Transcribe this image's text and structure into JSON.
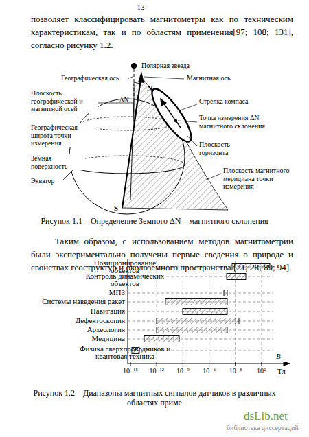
{
  "diagram": {
    "labels": [
      "13",
      "позволяет классифицировать магнитометры как по техническим характеристикам, так и по областям применения[97; 108; 131], согласно рисунку 1.2.",
      "Полярная звезда",
      "Географическая ось",
      "Магнитная ось",
      "N",
      "Плоскость географической и магнитной осей",
      "ΔN",
      "Стрелка компаса",
      "Точка измерения ΔN магнитного склонения",
      "Географическая широта точки измерения",
      "Плоскость горизонта",
      "Земная поверхность",
      "Экватор",
      "Плоскость магнитного меридиана точки измерения",
      "S",
      "Рисунок 1.1 – Определение Земного ΔN – магнитного склонения",
      "Таким образом, с использованием методов магнитометрии были экспериментально получены первые сведения о природе и свойствах геоструктур и околоземного пространства [21; 28; 89; 94].",
      "Позиционирование объектов",
      "Контроль динамических объектов",
      "МПЗ",
      "Системы наведения ракет",
      "Навигация",
      "Дефектоскопия",
      "Археология",
      "Медицина",
      "Физика сверхпроводников и квантовая техника",
      "B",
      "10⁻¹⁵",
      "10⁻¹²",
      "10⁻⁹",
      "10⁻⁶",
      "10⁻³",
      "10⁰",
      "Тл",
      "Рисунок 1.2 – Диапазоны магнитных сигналов датчиков в различных областях приме",
      "dsLib.net",
      "библиотека диссертаций"
    ]
  }
}
